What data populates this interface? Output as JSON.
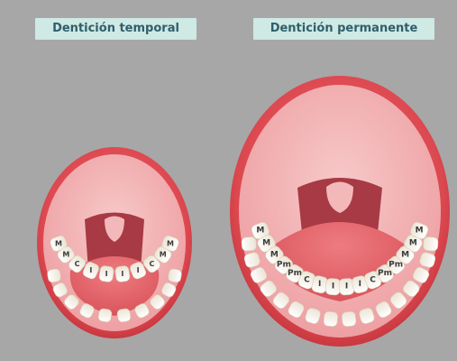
{
  "titles": {
    "temporal": "Dentición temporal",
    "permanente": "Dentición permanente"
  },
  "temporal": {
    "upper_labels": [
      "M",
      "M",
      "C",
      "I",
      "I",
      "I",
      "I",
      "C",
      "M",
      "M"
    ]
  },
  "permanente": {
    "upper_labels": [
      "M",
      "M",
      "M",
      "Pm",
      "Pm",
      "C",
      "I",
      "I",
      "I",
      "I",
      "C",
      "Pm",
      "Pm",
      "M",
      "M",
      "M"
    ]
  },
  "colors": {
    "background": "#a7a7a7",
    "lip": "#e6545a",
    "gum": "#f0aeb0",
    "tongue": "#e86a70",
    "throat": "#a73a44",
    "tooth": "#fbf7ef"
  }
}
